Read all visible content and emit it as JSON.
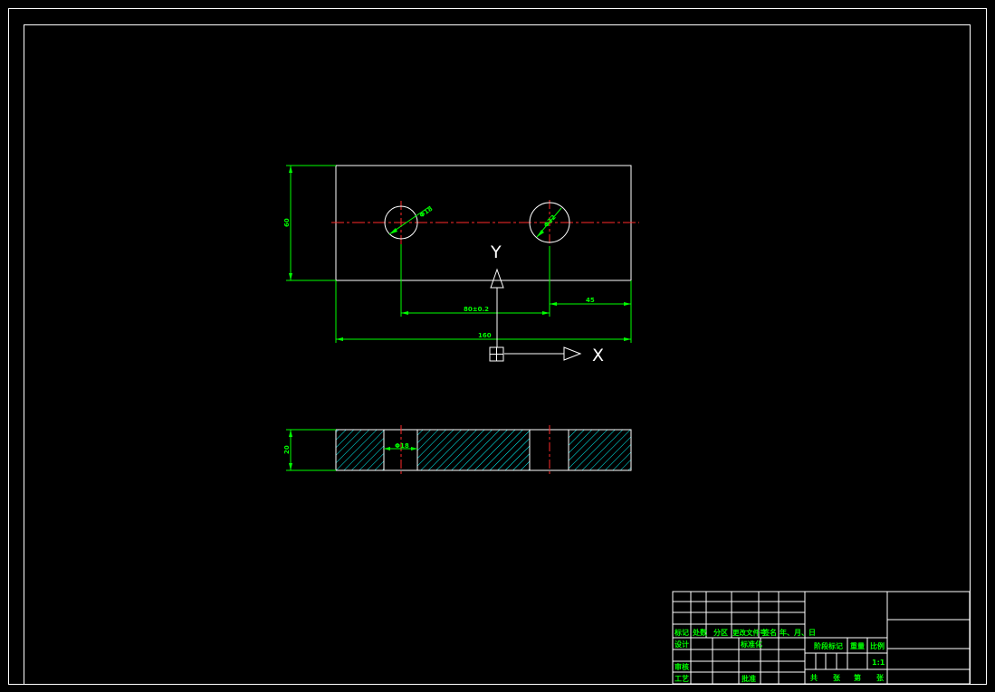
{
  "colors": {
    "background": "#000000",
    "outline": "#ffffff",
    "dimension": "#00ff00",
    "centerline": "#ff2a2a",
    "hatch": "#00ffff",
    "label_text": "#00ff00"
  },
  "top_view": {
    "dim_hole_left": "Φ18",
    "dim_hole_right": "Φ22",
    "dim_height": "60",
    "dim_hole_spacing": "80±0.2",
    "dim_right_offset": "45",
    "dim_total_length": "160"
  },
  "section_view": {
    "dim_hole": "Φ18",
    "dim_thickness": "20"
  },
  "ucs": {
    "x_label": "X",
    "y_label": "Y"
  },
  "title_block": {
    "mark": "标记",
    "count": "处数",
    "zone": "分区",
    "change_doc": "更改文件号",
    "sign": "签名",
    "date": "年、月、日",
    "design": "设计",
    "standardize": "标准化",
    "stage_mark": "阶段标记",
    "weight": "重量",
    "scale": "比例",
    "scale_value": "1:1",
    "review": "审核",
    "process": "工艺",
    "approve": "批准",
    "total": "共",
    "sheets": "张",
    "page": "第",
    "sheet2": "张"
  }
}
